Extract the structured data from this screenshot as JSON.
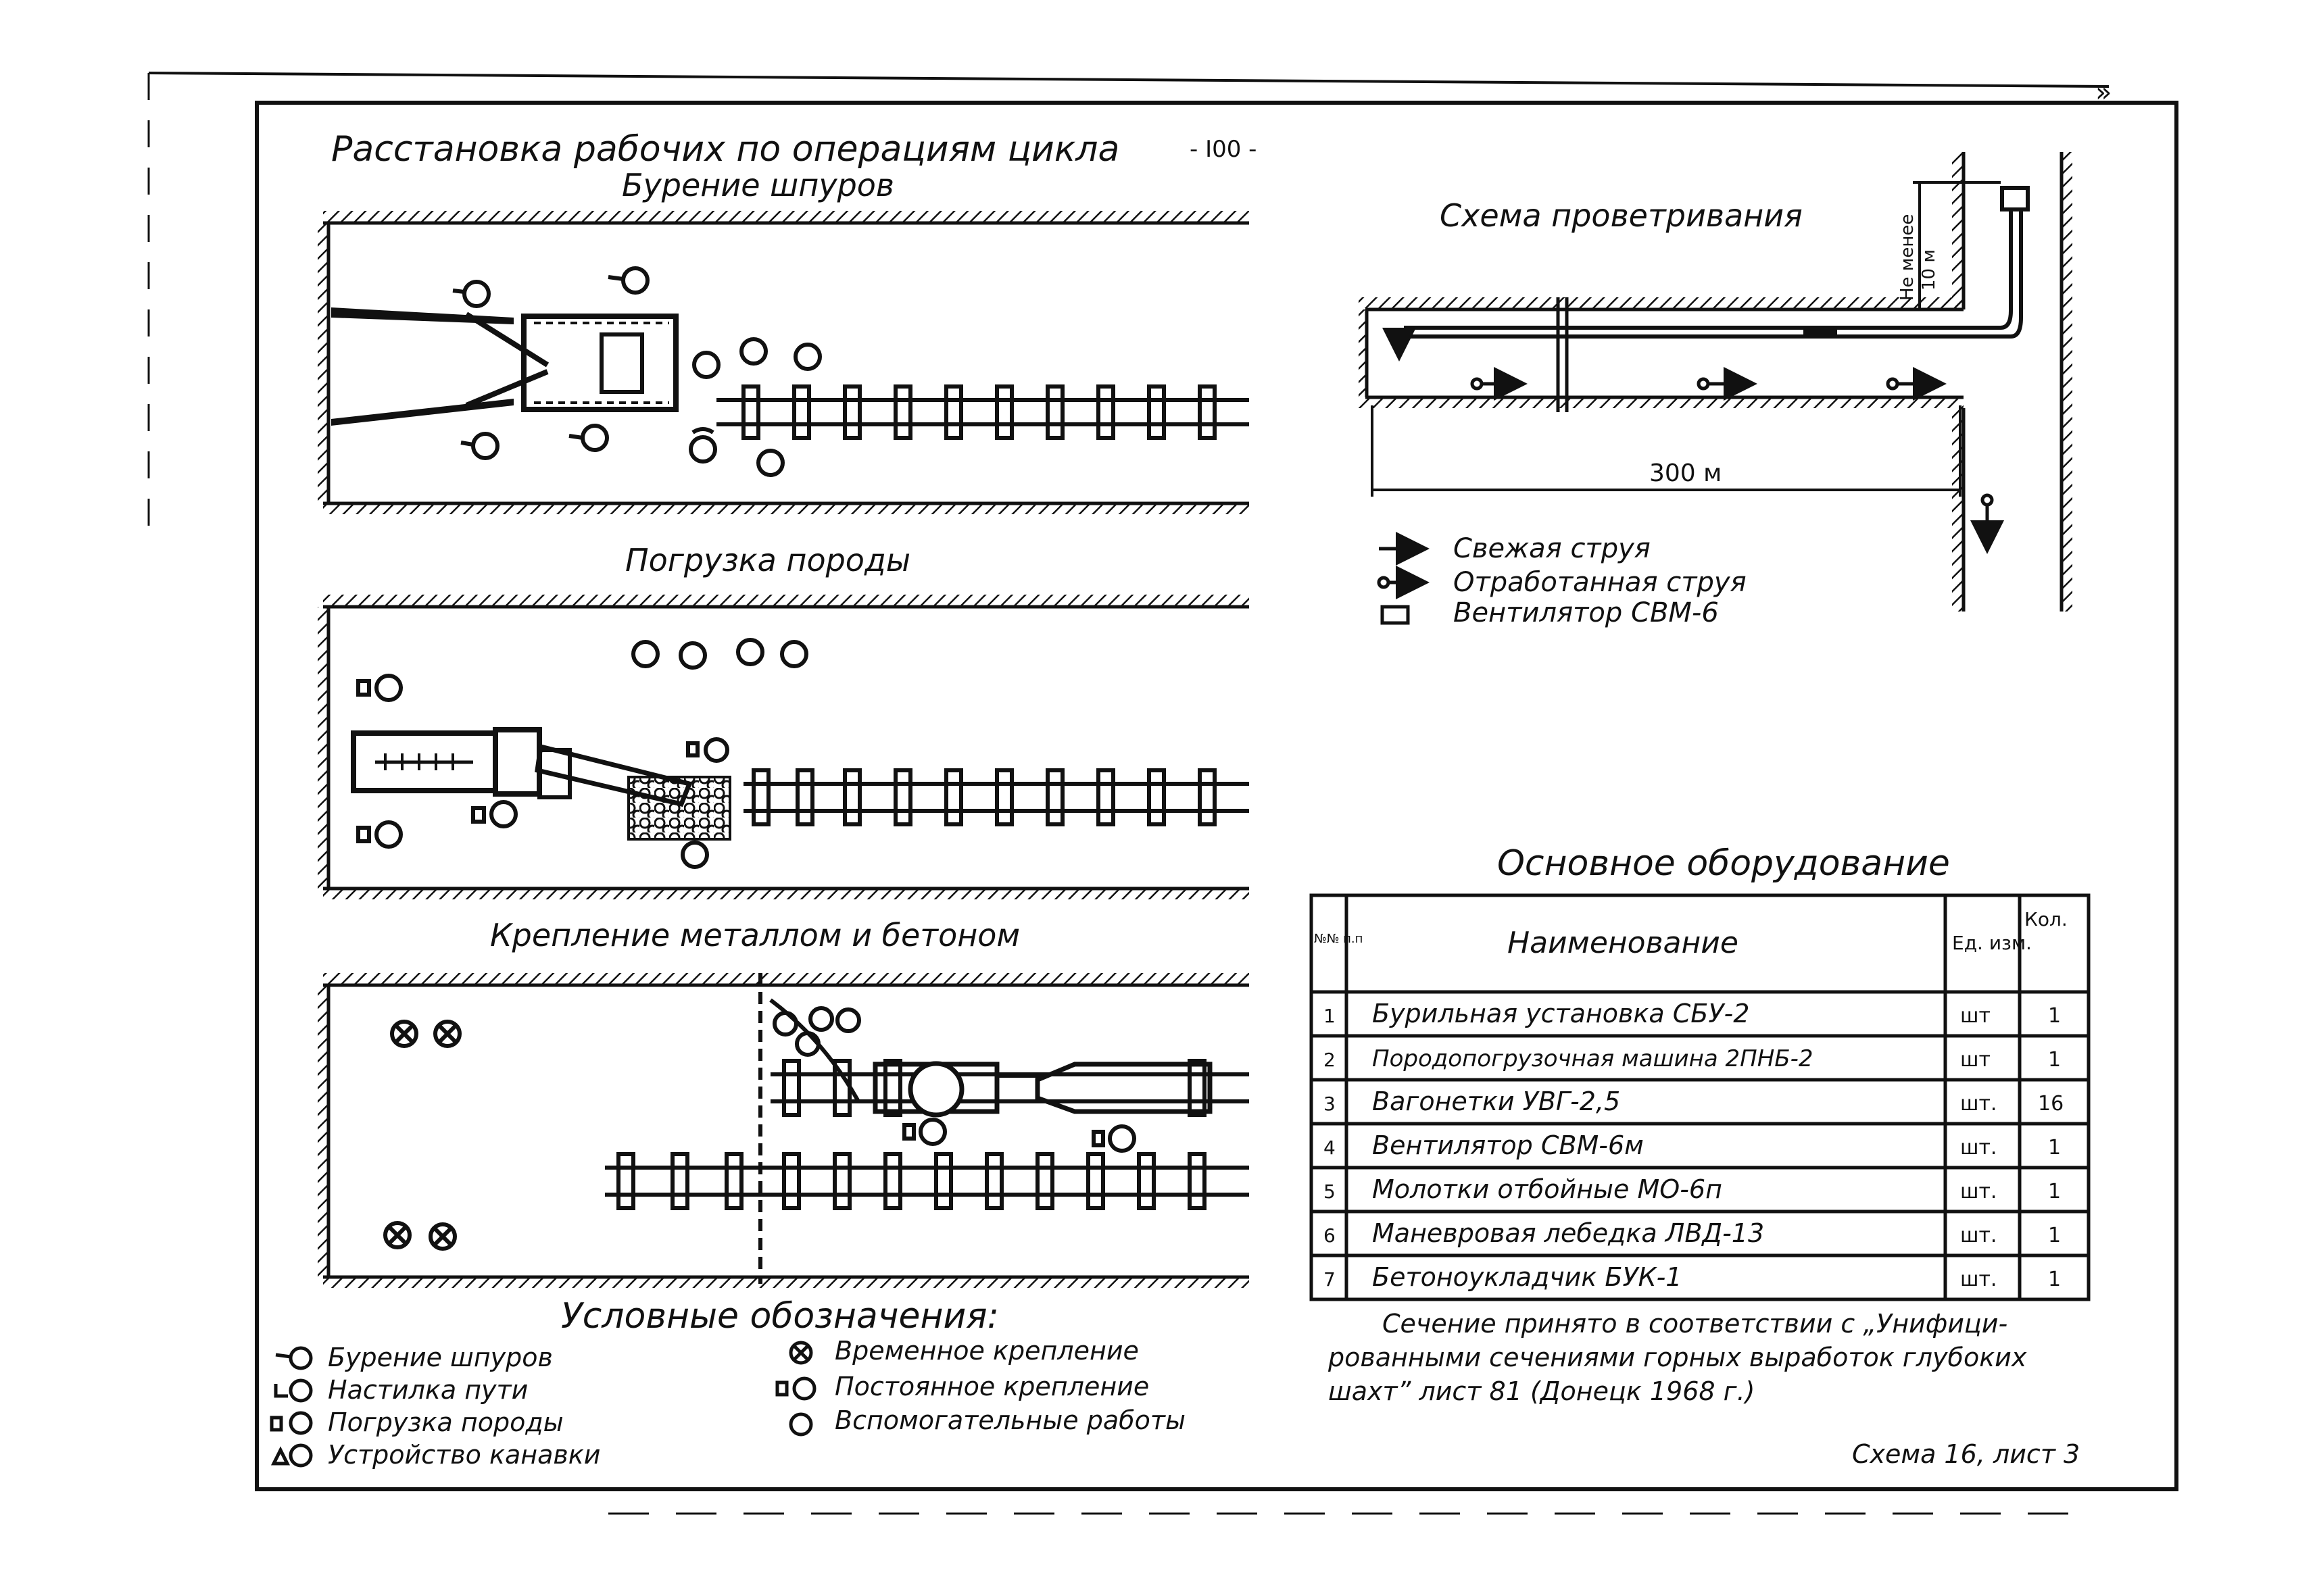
{
  "page_number": "- I00 -",
  "corner_mark": "»",
  "title": "Расстановка рабочих по операциям цикла",
  "panels": {
    "drilling": "Бурение шпуров",
    "loading": "Погрузка породы",
    "support": "Крепление металлом и бетоном"
  },
  "ventilation": {
    "title": "Схема проветривания",
    "distance": "300 м",
    "min_label_1": "Не менее",
    "min_label_2": "10 м",
    "legend": [
      {
        "symbol": "fresh",
        "label": "Свежая струя"
      },
      {
        "symbol": "exhaust",
        "label": "Отработанная струя"
      },
      {
        "symbol": "fan",
        "label": "Вентилятор СВМ-6"
      }
    ]
  },
  "equipment": {
    "title": "Основное оборудование",
    "headers": {
      "num": "№№ п.п",
      "name": "Наименование",
      "unit": "Ед. изм.",
      "qty": "Кол."
    },
    "rows": [
      {
        "num": "1",
        "name": "Бурильная установка СБУ-2",
        "unit": "шт",
        "qty": "1"
      },
      {
        "num": "2",
        "name": "Породопогрузочная машина 2ПНБ-2",
        "unit": "шт",
        "qty": "1"
      },
      {
        "num": "3",
        "name": "Вагонетки УВГ-2,5",
        "unit": "шт.",
        "qty": "16"
      },
      {
        "num": "4",
        "name": "Вентилятор СВМ-6м",
        "unit": "шт.",
        "qty": "1"
      },
      {
        "num": "5",
        "name": "Молотки отбойные МО-6п",
        "unit": "шт.",
        "qty": "1"
      },
      {
        "num": "6",
        "name": "Маневровая лебедка ЛВД-13",
        "unit": "шт.",
        "qty": "1"
      },
      {
        "num": "7",
        "name": "Бетоноукладчик БУК-1",
        "unit": "шт.",
        "qty": "1"
      }
    ],
    "note_lines": [
      "Сечение принято в соответствии с „Унифици-",
      "рованными сечениями горных выработок глубоких",
      "шахт” лист 81 (Донецк 1968 г.)"
    ]
  },
  "legend": {
    "title": "Условные обозначения:",
    "left": [
      {
        "symbol": "drill",
        "label": "Бурение шпуров"
      },
      {
        "symbol": "track",
        "label": "Настилка пути"
      },
      {
        "symbol": "load",
        "label": "Погрузка породы"
      },
      {
        "symbol": "ditch",
        "label": "Устройство канавки"
      }
    ],
    "right": [
      {
        "symbol": "temp",
        "label": "Временное крепление"
      },
      {
        "symbol": "perm",
        "label": "Постоянное крепление"
      },
      {
        "symbol": "aux",
        "label": "Вспомогательные работы"
      }
    ]
  },
  "footer": "Схема 16, лист 3"
}
